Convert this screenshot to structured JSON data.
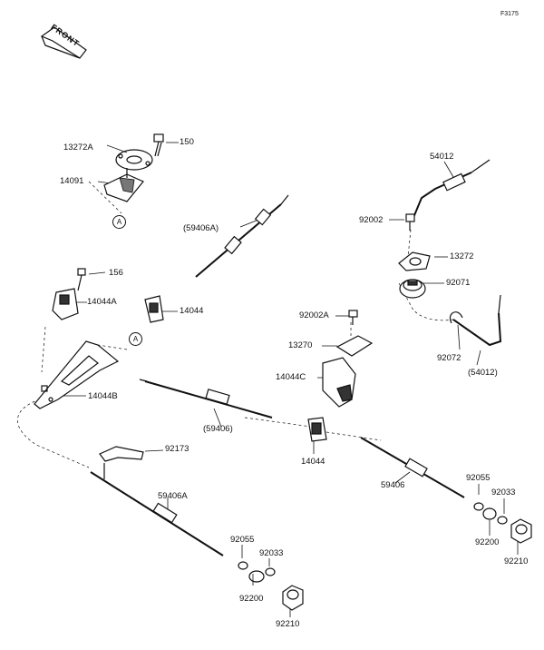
{
  "figure_no": "F3175",
  "front_label": "FRONT",
  "callout_letter": "A",
  "parts": [
    {
      "id": "p1",
      "text": "13272A"
    },
    {
      "id": "p2",
      "text": "150"
    },
    {
      "id": "p3",
      "text": "14091"
    },
    {
      "id": "p4",
      "text": "(59406A)"
    },
    {
      "id": "p5",
      "text": "156"
    },
    {
      "id": "p6",
      "text": "14044A"
    },
    {
      "id": "p7",
      "text": "14044"
    },
    {
      "id": "p8",
      "text": "14044B"
    },
    {
      "id": "p9",
      "text": "92173"
    },
    {
      "id": "p10",
      "text": "59406A"
    },
    {
      "id": "p11",
      "text": "92055"
    },
    {
      "id": "p12",
      "text": "92033"
    },
    {
      "id": "p13",
      "text": "92200"
    },
    {
      "id": "p14",
      "text": "92210"
    },
    {
      "id": "p15",
      "text": "(59406)"
    },
    {
      "id": "p16",
      "text": "92002A"
    },
    {
      "id": "p17",
      "text": "13270"
    },
    {
      "id": "p18",
      "text": "14044C"
    },
    {
      "id": "p19",
      "text": "14044"
    },
    {
      "id": "p20",
      "text": "59406"
    },
    {
      "id": "p21",
      "text": "92055"
    },
    {
      "id": "p22",
      "text": "92033"
    },
    {
      "id": "p23",
      "text": "92200"
    },
    {
      "id": "p24",
      "text": "92210"
    },
    {
      "id": "p25",
      "text": "54012"
    },
    {
      "id": "p26",
      "text": "92002"
    },
    {
      "id": "p27",
      "text": "13272"
    },
    {
      "id": "p28",
      "text": "92071"
    },
    {
      "id": "p29",
      "text": "92072"
    },
    {
      "id": "p30",
      "text": "(54012)"
    }
  ]
}
